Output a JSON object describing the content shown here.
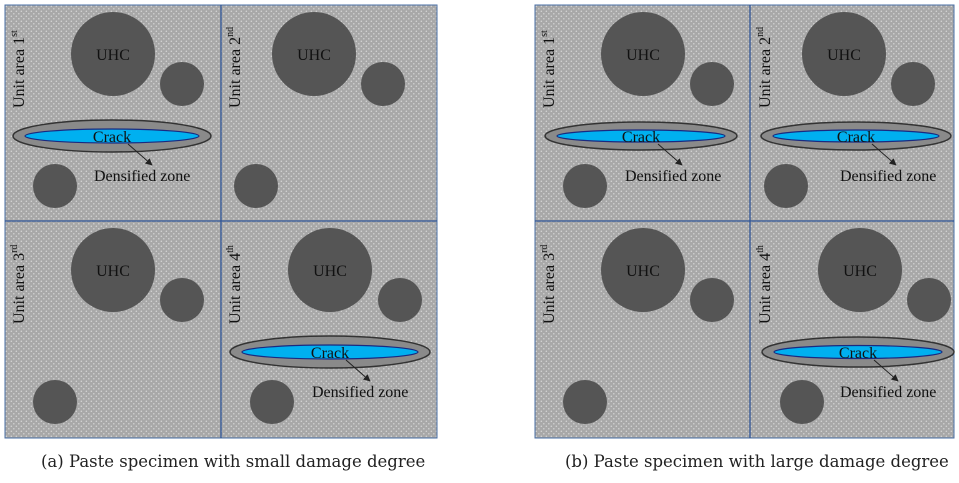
{
  "labels": {
    "uhc": "UHC",
    "crack": "Crack",
    "densified_zone": "Densified zone",
    "unit_area_prefix": "Unit area",
    "ordinals": {
      "u1": {
        "num": "1",
        "suf": "st"
      },
      "u2": {
        "num": "2",
        "suf": "nd"
      },
      "u3": {
        "num": "3",
        "suf": "rd"
      },
      "u4": {
        "num": "4",
        "suf": "th"
      }
    }
  },
  "captions": {
    "a": "(a) Paste specimen with small damage degree",
    "b": "(b) Paste specimen with large damage degree"
  },
  "colors": {
    "paste": "#a9a9a9",
    "particle": "#555555",
    "crack": "#00b0f0",
    "densified": "#8c8c8c",
    "grid_line": "#2f5597"
  }
}
